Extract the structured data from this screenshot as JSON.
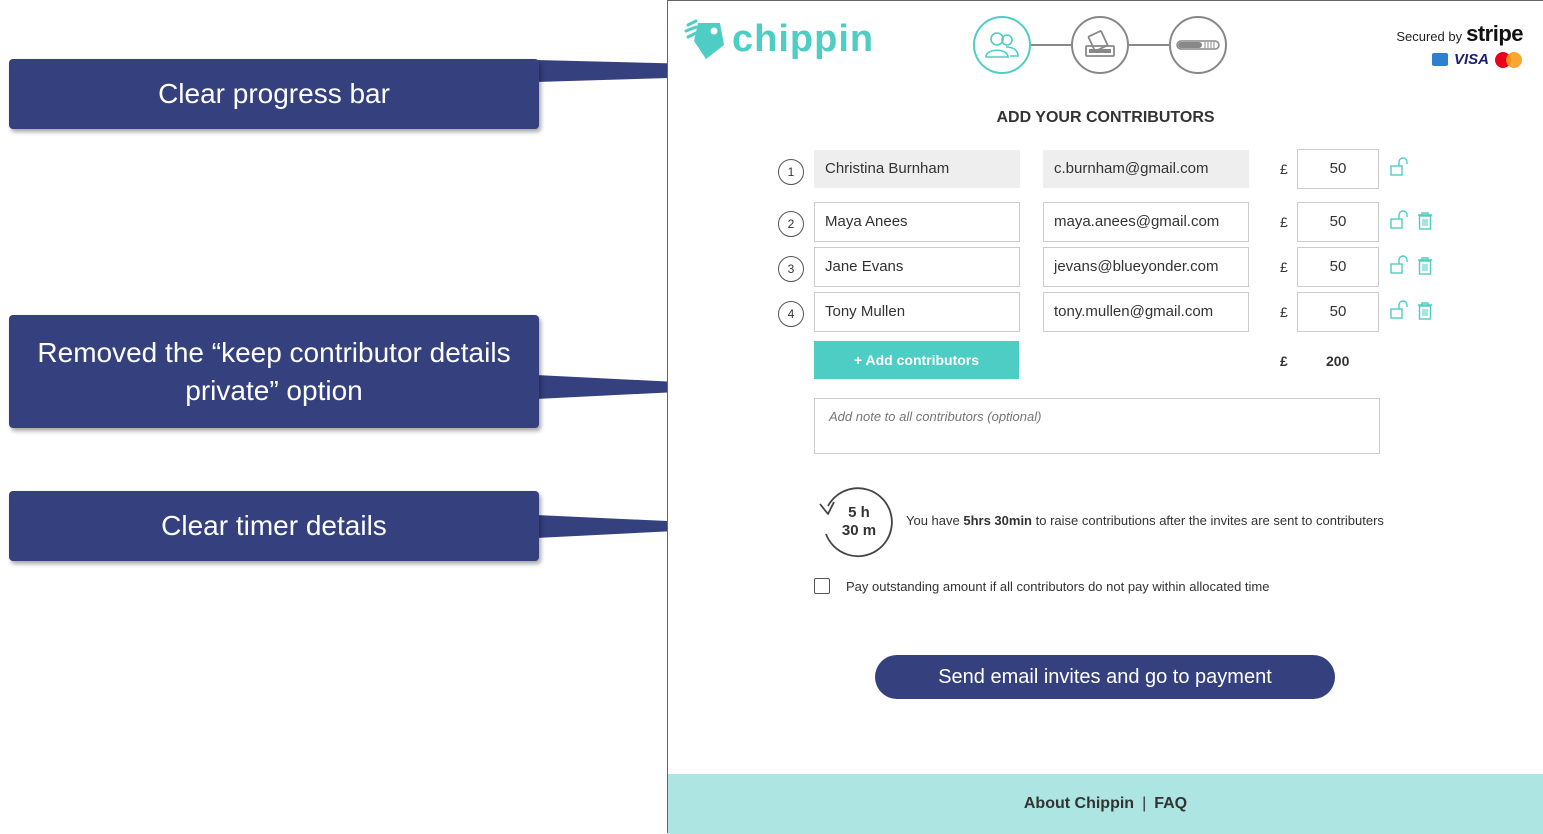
{
  "annotations": [
    {
      "text": "Clear progress bar"
    },
    {
      "text": "Removed the “keep contributor details private” option"
    },
    {
      "text": "Clear timer details"
    }
  ],
  "header": {
    "brand": "chippin",
    "steps": [
      {
        "icon": "contributors-icon",
        "active": true
      },
      {
        "icon": "card-payment-icon",
        "active": false
      },
      {
        "icon": "progress-bar-icon",
        "active": false
      }
    ],
    "secured_by": "Secured by",
    "stripe": "stripe",
    "visa": "VISA",
    "payment_icons": [
      "amex-icon",
      "visa-icon",
      "mastercard-icon"
    ]
  },
  "main": {
    "title": "ADD YOUR CONTRIBUTORS",
    "currency": "£",
    "contributors": [
      {
        "num": "1",
        "name": "Christina Burnham",
        "email": "c.burnham@gmail.com",
        "amount": "50",
        "deletable": false
      },
      {
        "num": "2",
        "name": "Maya Anees",
        "email": "maya.anees@gmail.com",
        "amount": "50",
        "deletable": true
      },
      {
        "num": "3",
        "name": "Jane Evans",
        "email": "jevans@blueyonder.com",
        "amount": "50",
        "deletable": true
      },
      {
        "num": "4",
        "name": "Tony Mullen",
        "email": "tony.mullen@gmail.com",
        "amount": "50",
        "deletable": true
      }
    ],
    "add_button": "+ Add contributors",
    "total": "200",
    "note_placeholder": "Add note to all contributors (optional)",
    "timer": {
      "hours": "5 h",
      "minutes": "30 m"
    },
    "timer_msg_pre": "You have ",
    "timer_msg_bold": "5hrs 30min",
    "timer_msg_post": " to raise contributions after the invites are sent to contributers",
    "checkbox_label": "Pay outstanding amount if all contributors do not pay within allocated time",
    "checkbox_checked": false,
    "send_button": "Send email invites and go to payment"
  },
  "footer": {
    "about": "About Chippin",
    "sep": "|",
    "faq": "FAQ"
  },
  "colors": {
    "accent": "#4ecdc4",
    "navy": "#35407f",
    "footer_bg": "#ade5e3"
  }
}
